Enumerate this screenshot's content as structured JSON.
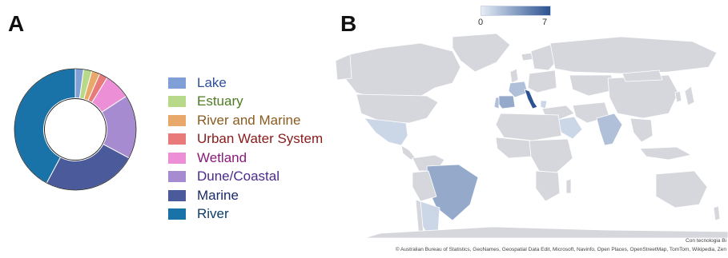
{
  "panels": {
    "a": "A",
    "b": "B"
  },
  "chart_data": [
    {
      "type": "pie",
      "categories": [
        "Lake",
        "Estuary",
        "River and Marine",
        "Urban Water System",
        "Wetland",
        "Dune/Coastal",
        "Marine",
        "River"
      ],
      "values": [
        2.2,
        2.2,
        2.2,
        2.2,
        7,
        17,
        25,
        42.2
      ],
      "colors": [
        "#7f9fd6",
        "#b9d98a",
        "#e8a86c",
        "#e87a7a",
        "#ec8fd6",
        "#a78bd0",
        "#4a5a9a",
        "#1a73a8"
      ],
      "text_colors": [
        "#2e4f9e",
        "#4d7a24",
        "#8a5a1f",
        "#8a1a1a",
        "#8a1a7a",
        "#4a2a8a",
        "#1a2a6a",
        "#0d3d6a"
      ],
      "legend_position": "right",
      "hole_fraction": 0.52
    },
    {
      "type": "heatmap",
      "color_scale": {
        "min": 0,
        "max": 7,
        "min_label": "0",
        "max_label": "7",
        "min_color": "#e6ecf6",
        "max_color": "#2a5290"
      },
      "regions": [
        {
          "name": "Italy",
          "value": 7
        },
        {
          "name": "Spain",
          "value": 3
        },
        {
          "name": "France",
          "value": 2
        },
        {
          "name": "Portugal",
          "value": 2
        },
        {
          "name": "Brazil",
          "value": 3
        },
        {
          "name": "India",
          "value": 2
        },
        {
          "name": "Mexico",
          "value": 1
        },
        {
          "name": "Argentina",
          "value": 1
        },
        {
          "name": "Saudi Arabia",
          "value": 1
        },
        {
          "name": "Greece",
          "value": 1
        }
      ]
    }
  ],
  "credits": {
    "line1": "Con tecnologia Bi",
    "line2": "© Australian Bureau of Statistics, GeoNames, Geospatial Data Edit, Microsoft, Navinfo, Open Places, OpenStreetMap, TomTom, Wikipedia, Zen"
  }
}
